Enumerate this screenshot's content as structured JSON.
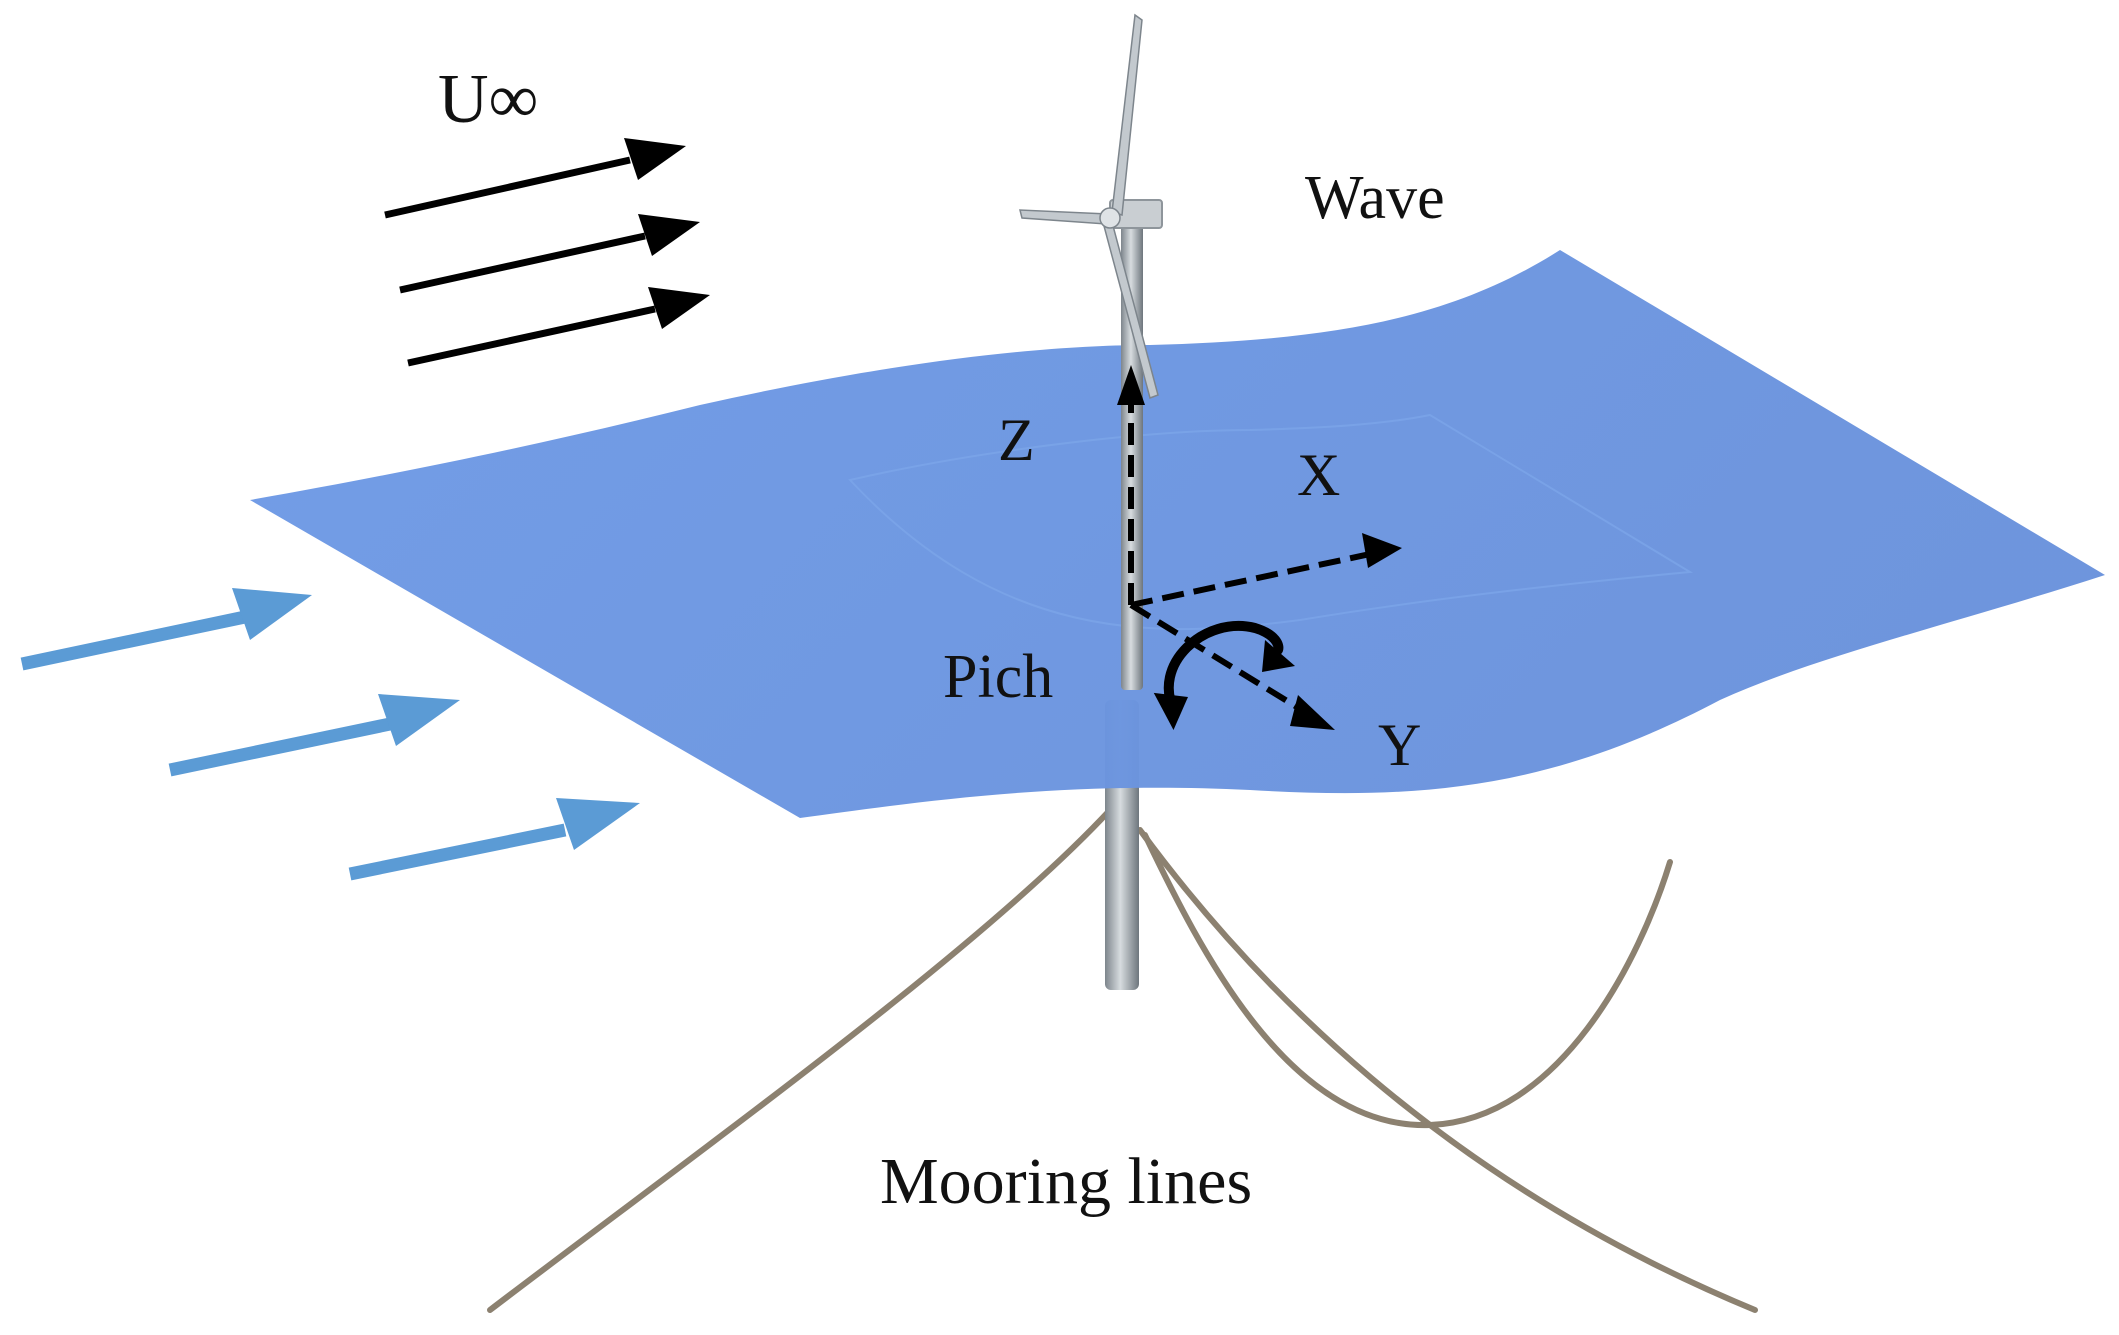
{
  "labels": {
    "wind": "U∞",
    "wave": "Wave",
    "z_axis": "Z",
    "x_axis": "X",
    "y_axis": "Y",
    "pitch": "Pich",
    "mooring": "Mooring lines"
  },
  "colors": {
    "sea_surface": "#6a96e3",
    "sea_shadow": "#5a84d3",
    "wave_arrows": "#5b9bd5",
    "wind_arrows": "#000000",
    "tower": "#9ea6ad",
    "mooring": "#8c8170",
    "axes": "#000000"
  },
  "icons": {
    "wind_arrow": "wind-arrow-icon",
    "wave_arrow": "wave-arrow-icon",
    "pitch_arrow": "curved-rotation-arrow-icon"
  }
}
